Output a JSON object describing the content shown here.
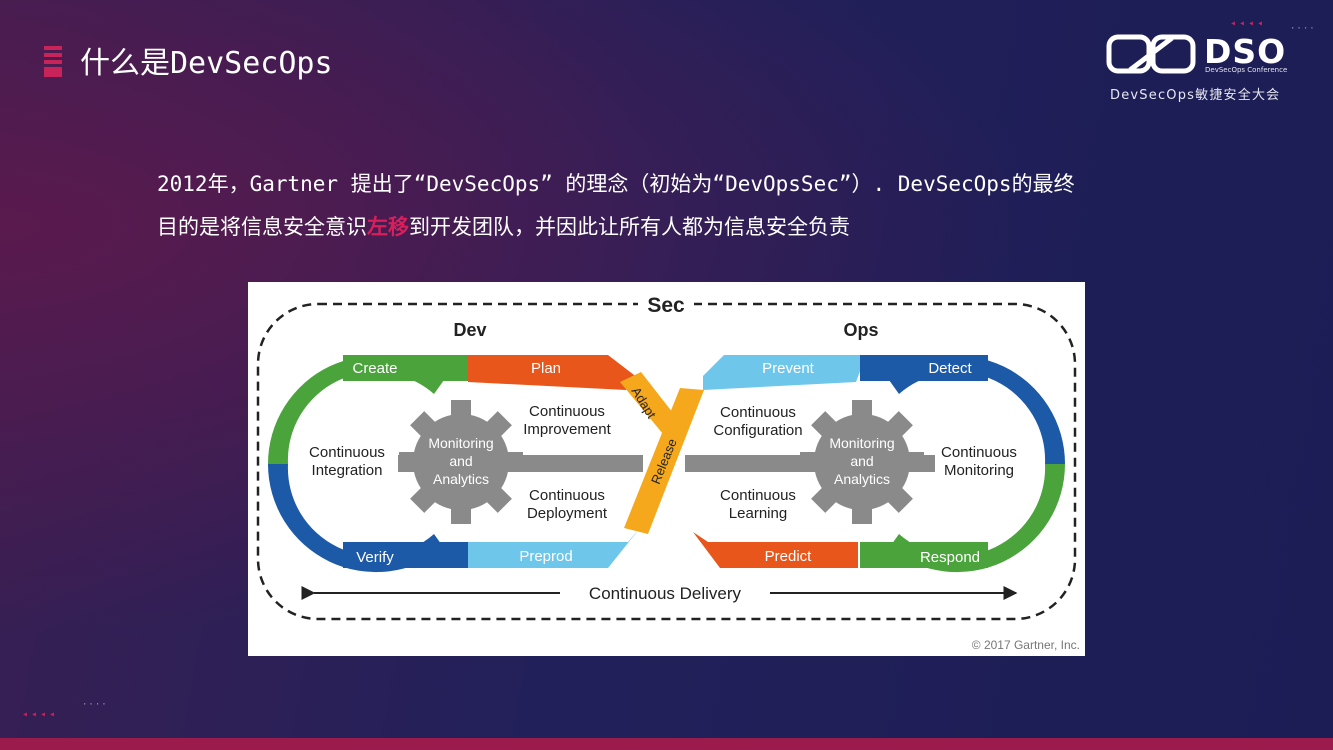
{
  "header": {
    "title": "什么是DevSecOps"
  },
  "logo": {
    "brand": "DSO",
    "brand_subtitle": "DevSecOps Conference",
    "tagline": "DevSecOps敏捷安全大会"
  },
  "body": {
    "line1": "2012年，Gartner 提出了“DevSecOps” 的理念（初始为“DevOpsSec”）. DevSecOps的最终",
    "line2_before": "目的是将信息安全意识",
    "line2_highlight": "左移",
    "line2_after": "到开发团队，并因此让所有人都为信息安全负责"
  },
  "diagram": {
    "sec": "Sec",
    "dev": "Dev",
    "ops": "Ops",
    "create": "Create",
    "plan": "Plan",
    "verify": "Verify",
    "preprod": "Preprod",
    "prevent": "Prevent",
    "detect": "Detect",
    "predict": "Predict",
    "respond": "Respond",
    "adapt": "Adapt",
    "release": "Release",
    "ci_1": "Continuous",
    "ci_2": "Integration",
    "cim_1": "Continuous",
    "cim_2": "Improvement",
    "cd_1": "Continuous",
    "cd_2": "Deployment",
    "cc_1": "Continuous",
    "cc_2": "Configuration",
    "cl_1": "Continuous",
    "cl_2": "Learning",
    "cm_1": "Continuous",
    "cm_2": "Monitoring",
    "gear_1": "Monitoring",
    "gear_2": "and",
    "gear_3": "Analytics",
    "delivery": "Continuous Delivery",
    "copyright": "© 2017 Gartner, Inc."
  },
  "colors": {
    "accent": "#c8245a",
    "green": "#4ba33c",
    "blue": "#1c5aa8",
    "orange": "#e8561c",
    "light_blue": "#6ec6ea",
    "gold": "#f5a81c",
    "gear": "#8a8a8a"
  }
}
